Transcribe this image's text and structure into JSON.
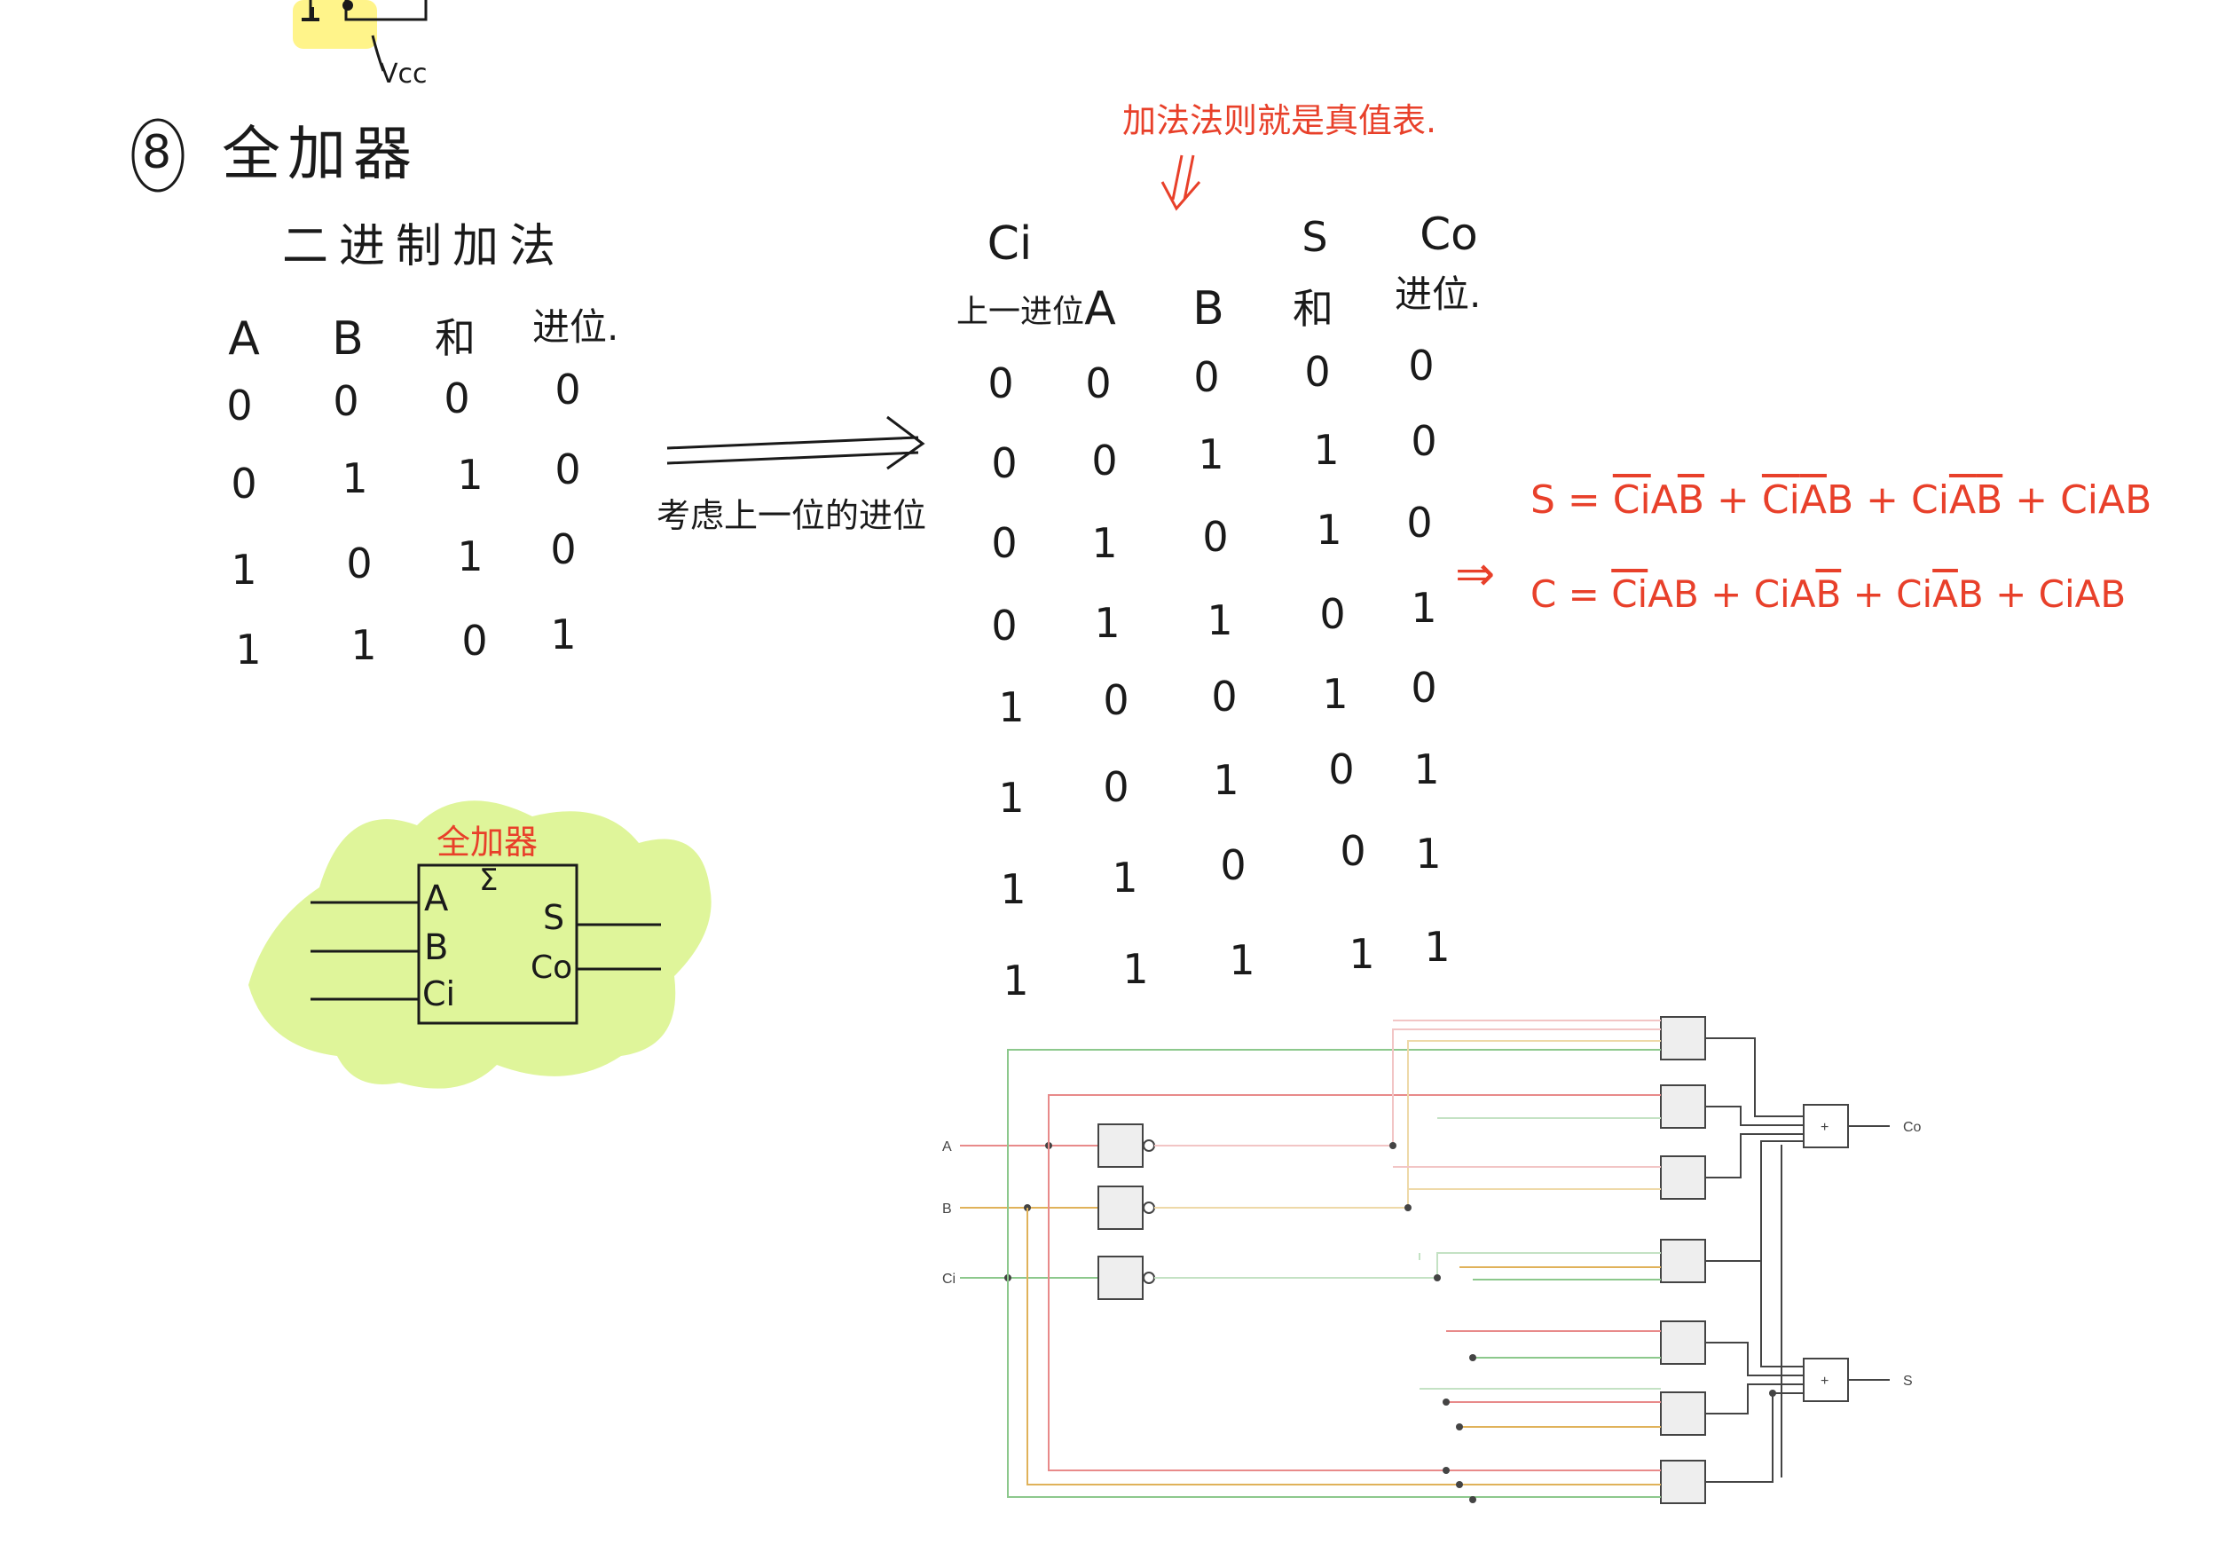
{
  "page": {
    "vcc_label": "Vcc",
    "section_number": "8",
    "section_title": "全加器",
    "subtitle": "二进制加法",
    "arrow_note": "考虑上一位的进位",
    "top_note": "加法法则就是真值表."
  },
  "half_adder_table": {
    "headers": [
      "A",
      "B",
      "和",
      "进位."
    ],
    "rows": [
      [
        "0",
        "0",
        "0",
        "0"
      ],
      [
        "0",
        "1",
        "1",
        "0"
      ],
      [
        "1",
        "0",
        "1",
        "0"
      ],
      [
        "1",
        "1",
        "0",
        "1"
      ]
    ]
  },
  "full_adder_table": {
    "top_headers": [
      "Ci",
      "",
      "",
      "S",
      "Co"
    ],
    "headers": [
      "上一进位",
      "A",
      "B",
      "和",
      "进位."
    ],
    "rows": [
      [
        "0",
        "0",
        "0",
        "0",
        "0"
      ],
      [
        "0",
        "0",
        "1",
        "1",
        "0"
      ],
      [
        "0",
        "1",
        "0",
        "1",
        "0"
      ],
      [
        "0",
        "1",
        "1",
        "0",
        "1"
      ],
      [
        "1",
        "0",
        "0",
        "1",
        "0"
      ],
      [
        "1",
        "0",
        "1",
        "0",
        "1"
      ],
      [
        "1",
        "1",
        "0",
        "0",
        "1"
      ],
      [
        "1",
        "1",
        "1",
        "1",
        "1"
      ]
    ]
  },
  "equations": {
    "implies": "⇒",
    "s_lhs": "S =",
    "s_terms": [
      {
        "ci_bar": true,
        "a_bar": false,
        "b_bar": true
      },
      {
        "ci_bar": true,
        "a_bar": true,
        "b_bar": false
      },
      {
        "ci_bar": false,
        "a_bar": true,
        "b_bar": true
      },
      {
        "ci_bar": false,
        "a_bar": false,
        "b_bar": false
      }
    ],
    "c_lhs": "C =",
    "c_terms": [
      {
        "ci_bar": true,
        "a_bar": false,
        "b_bar": false
      },
      {
        "ci_bar": false,
        "a_bar": false,
        "b_bar": true
      },
      {
        "ci_bar": false,
        "a_bar": true,
        "b_bar": false
      },
      {
        "ci_bar": false,
        "a_bar": false,
        "b_bar": false
      }
    ],
    "ci": "Ci",
    "a": "A",
    "b": "B",
    "plus": "+"
  },
  "symbol": {
    "title": "全加器",
    "sigma": "Σ",
    "inputs": [
      "A",
      "B",
      "Ci"
    ],
    "outputs": [
      "S",
      "Co"
    ]
  },
  "circuit": {
    "inputs": [
      "A",
      "B",
      "Ci"
    ],
    "outputs": [
      "Co",
      "S"
    ],
    "or_symbol": "+"
  },
  "colors": {
    "ink": "#1a1a1a",
    "red_ink": "#e8402a",
    "highlight_green": "#dff59a",
    "highlight_yellow": "#fff48a",
    "wire_a": "#e88a8a",
    "wire_b": "#e0b25a",
    "wire_ci": "#8cc88c",
    "gate_fill": "#eeeeee"
  }
}
